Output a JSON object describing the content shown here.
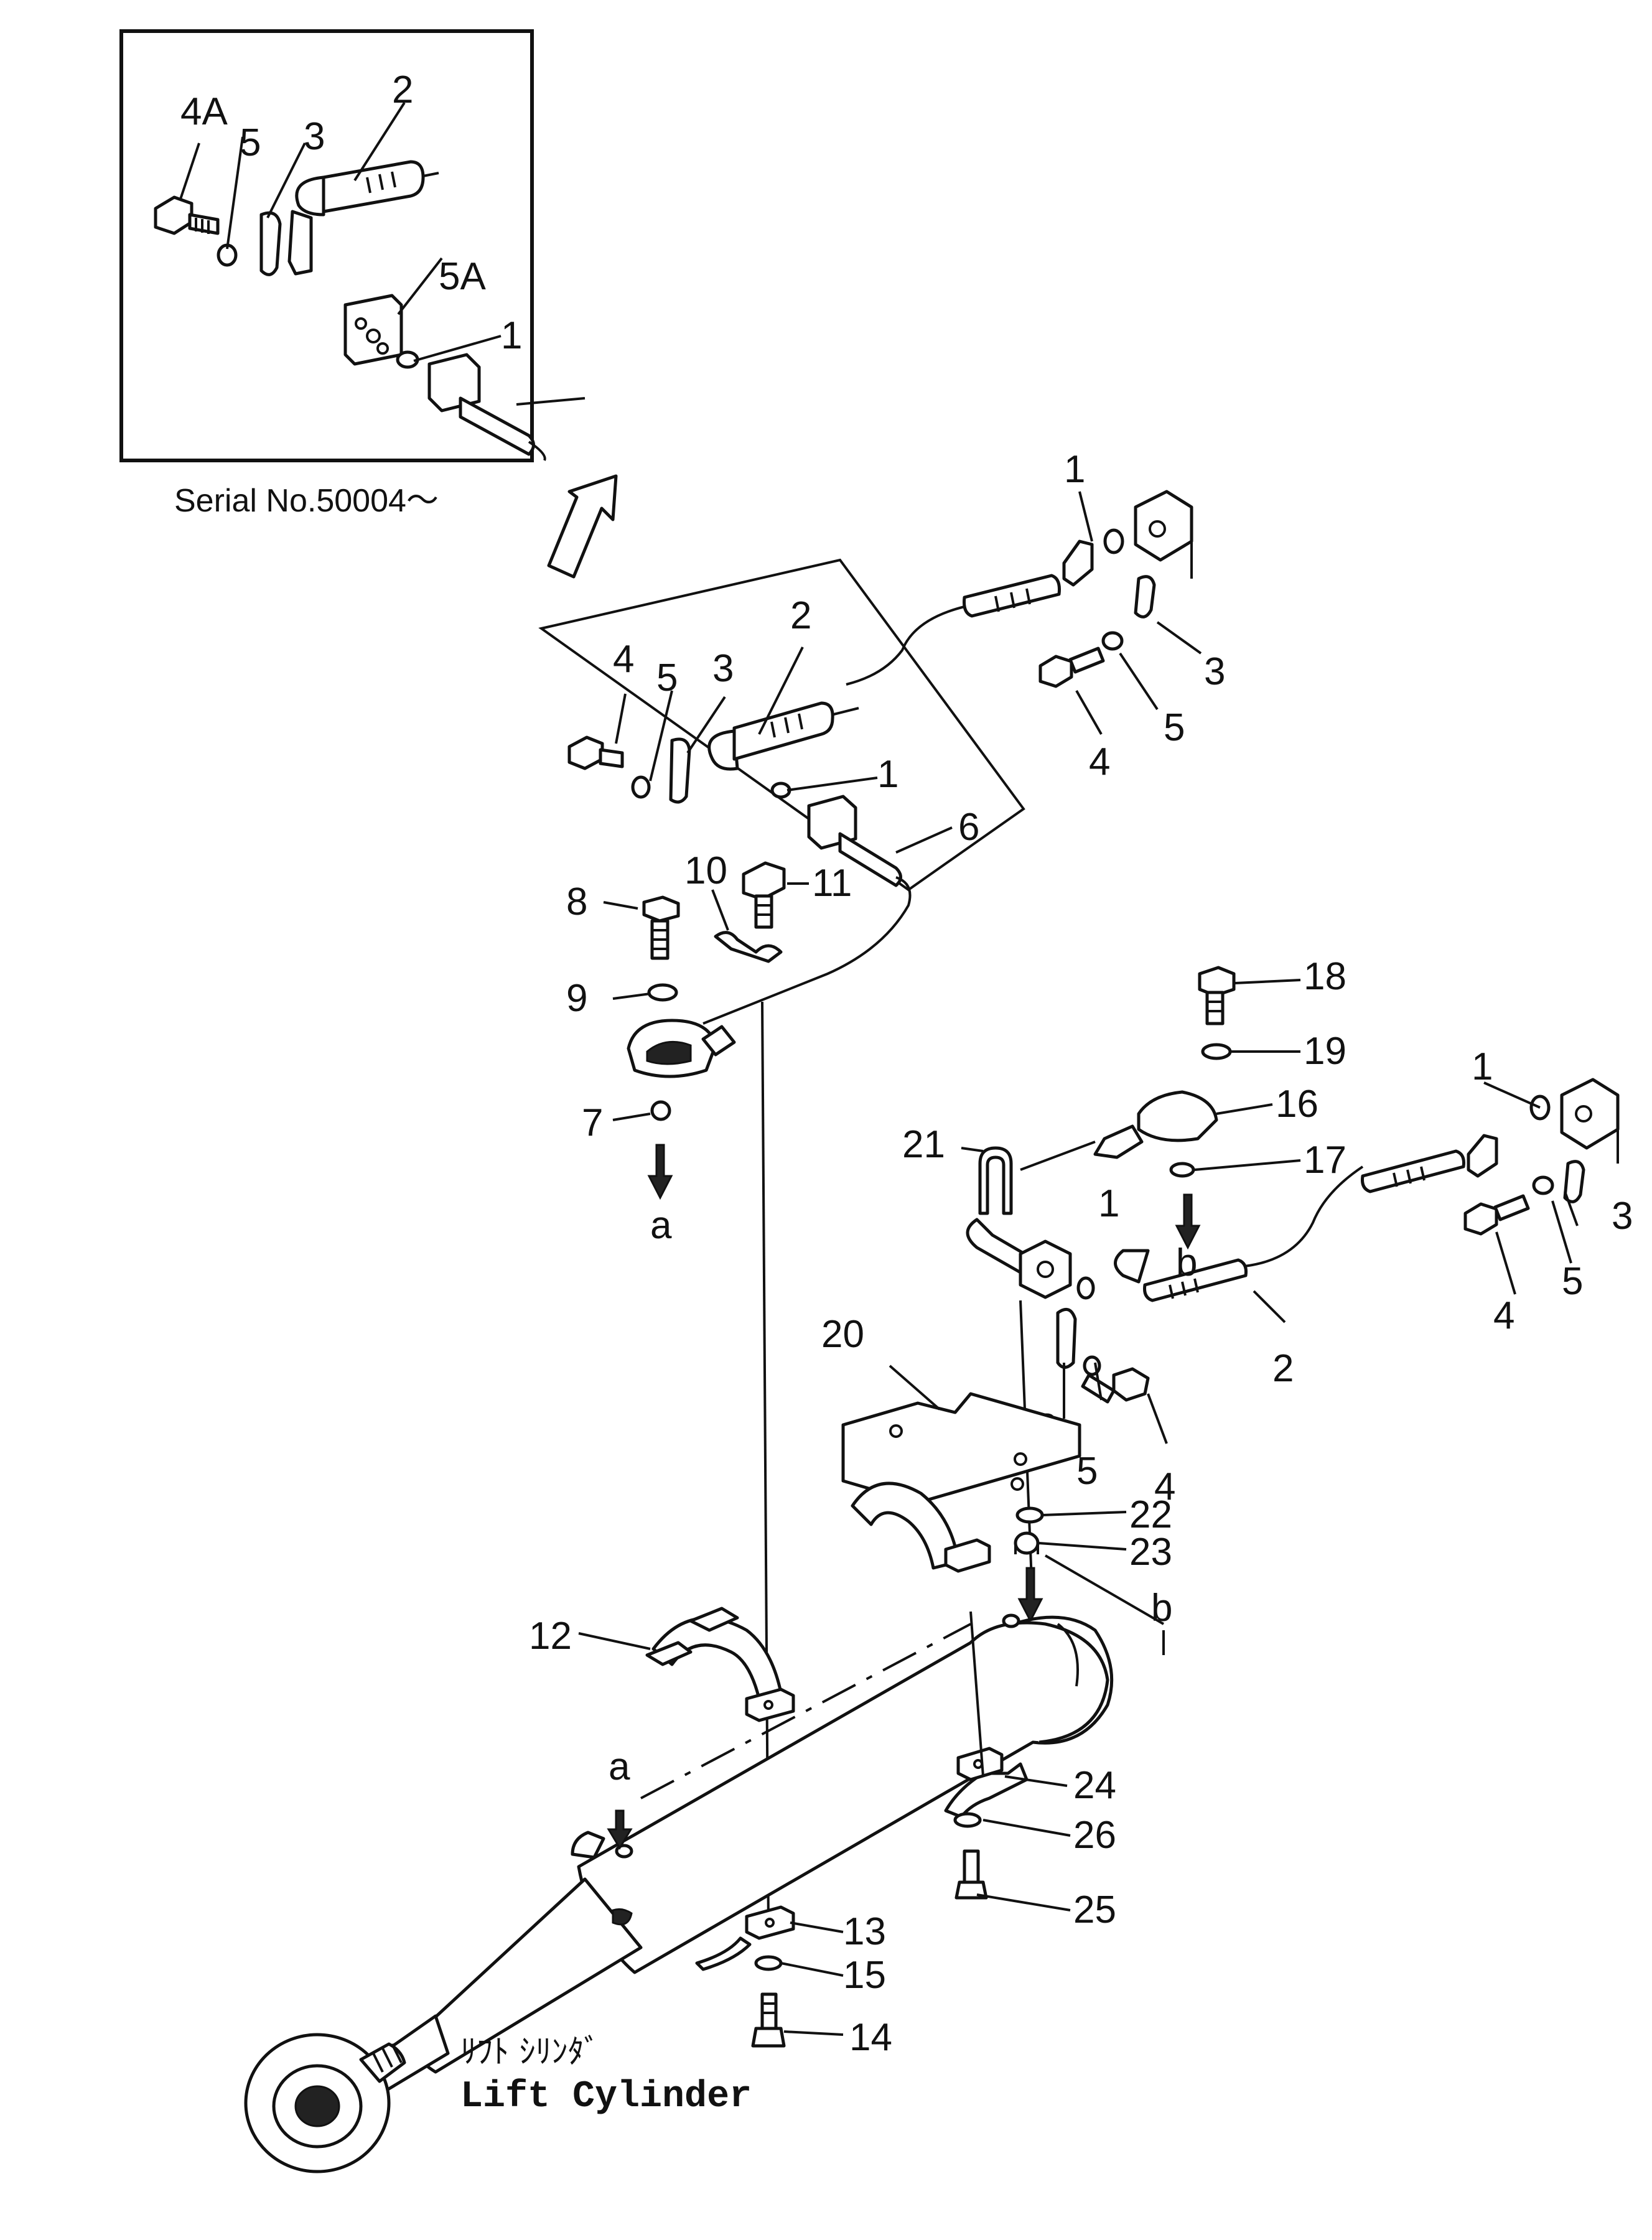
{
  "inset": {
    "serial_text": "Serial No.50004～",
    "labels": [
      "4A",
      "5",
      "3",
      "2",
      "5A",
      "1"
    ]
  },
  "main_labels": {
    "upper_fitting": [
      "1",
      "3",
      "5",
      "4"
    ],
    "upper_hose": [
      "2",
      "4",
      "5",
      "3",
      "1",
      "6"
    ],
    "adapter": [
      "8",
      "9",
      "7",
      "10",
      "11"
    ],
    "ref_a": "a",
    "right_fitting": [
      "18",
      "19",
      "16",
      "17",
      "21"
    ],
    "ref_b": "b",
    "right_hose": [
      "1",
      "3",
      "5",
      "4",
      "2",
      "1",
      "3",
      "5",
      "4"
    ],
    "bracket": [
      "20",
      "22",
      "23"
    ],
    "clamps": [
      "12",
      "24",
      "26",
      "25",
      "13",
      "15",
      "14"
    ]
  },
  "cylinder": {
    "japanese_label": "ﾘﾌﾄ  ｼﾘﾝﾀﾞ",
    "english_label": "Lift Cylinder"
  }
}
